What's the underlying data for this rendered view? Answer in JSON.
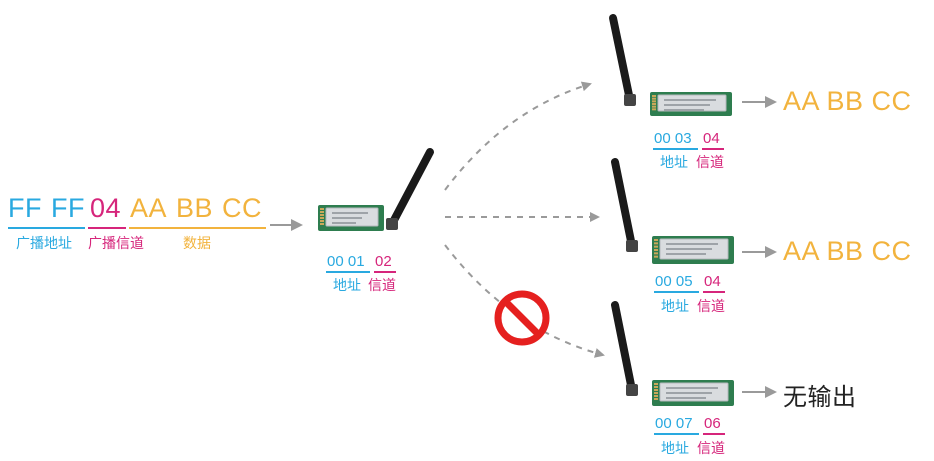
{
  "colors": {
    "address": "#29a9e0",
    "channel": "#d6257b",
    "data": "#f2b33d",
    "arrow": "#9a9a9a",
    "forbid": "#e5201f",
    "text_dark": "#333333"
  },
  "sender": {
    "frame": {
      "addr_hi": "FF",
      "addr_lo": "FF",
      "channel": "04",
      "data": [
        "AA",
        "BB",
        "CC"
      ]
    },
    "labels": {
      "broadcast_address": "广播地址",
      "broadcast_channel": "广播信道",
      "data": "数据"
    },
    "module": {
      "addr": "00 01",
      "channel": "02",
      "addr_label": "地址",
      "channel_label": "信道"
    }
  },
  "receivers": [
    {
      "addr": "00 03",
      "channel": "04",
      "addr_label": "地址",
      "channel_label": "信道",
      "output": "AA BB CC",
      "received": true
    },
    {
      "addr": "00 05",
      "channel": "04",
      "addr_label": "地址",
      "channel_label": "信道",
      "output": "AA BB CC",
      "received": true
    },
    {
      "addr": "00 07",
      "channel": "06",
      "addr_label": "地址",
      "channel_label": "信道",
      "output": "无输出",
      "received": false
    }
  ],
  "icons": {
    "module": "wireless-module-icon",
    "forbidden": "no-entry-icon",
    "arrow": "arrow-right-icon"
  }
}
